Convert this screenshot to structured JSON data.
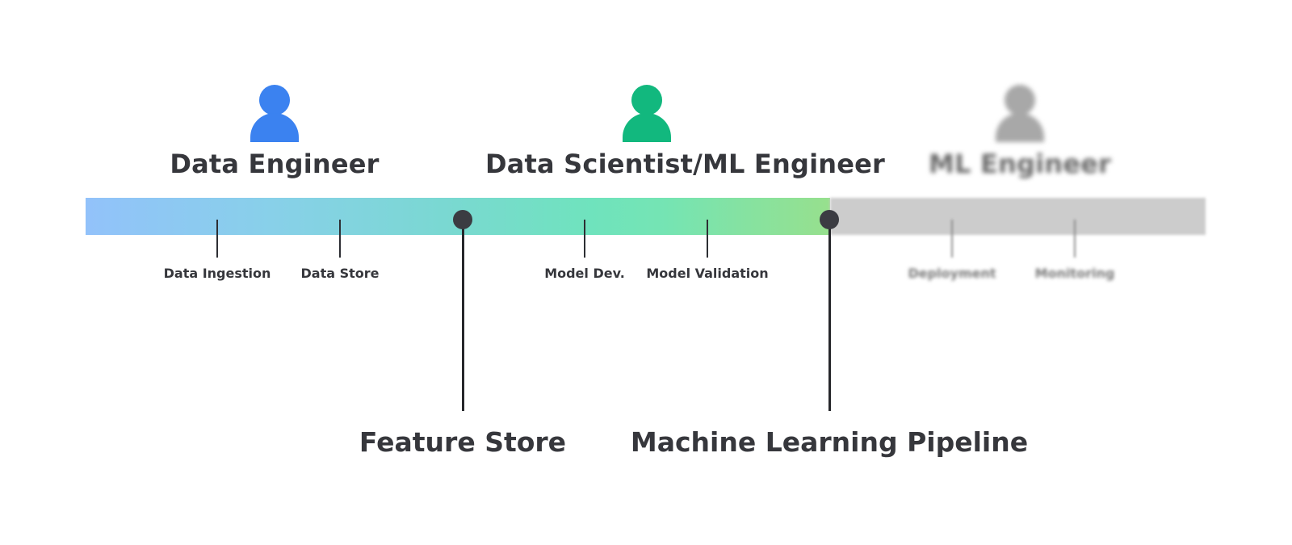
{
  "roles": [
    {
      "title": "Data Engineer",
      "icon": "person-icon",
      "color": "#3b82f0",
      "state": "active"
    },
    {
      "title": "Data Scientist/ML Engineer",
      "icon": "person-icon",
      "color": "#12b87e",
      "state": "active"
    },
    {
      "title": "ML Engineer",
      "icon": "person-icon",
      "color": "#a8a8a8",
      "state": "blurred"
    }
  ],
  "stages": [
    {
      "label": "Data Ingestion",
      "state": "active"
    },
    {
      "label": "Data Store",
      "state": "active"
    },
    {
      "label": "Model Dev.",
      "state": "active"
    },
    {
      "label": "Model Validation",
      "state": "active"
    },
    {
      "label": "Deployment",
      "state": "blurred"
    },
    {
      "label": "Monitoring",
      "state": "blurred"
    }
  ],
  "milestones": [
    {
      "label": "Feature Store"
    },
    {
      "label": "Machine Learning Pipeline"
    }
  ],
  "colors": {
    "bar_start": "#92c2fa",
    "bar_end": "#97e08d",
    "bar_future": "#cccccc",
    "text": "#36373c",
    "milestone": "#3b3c42"
  }
}
